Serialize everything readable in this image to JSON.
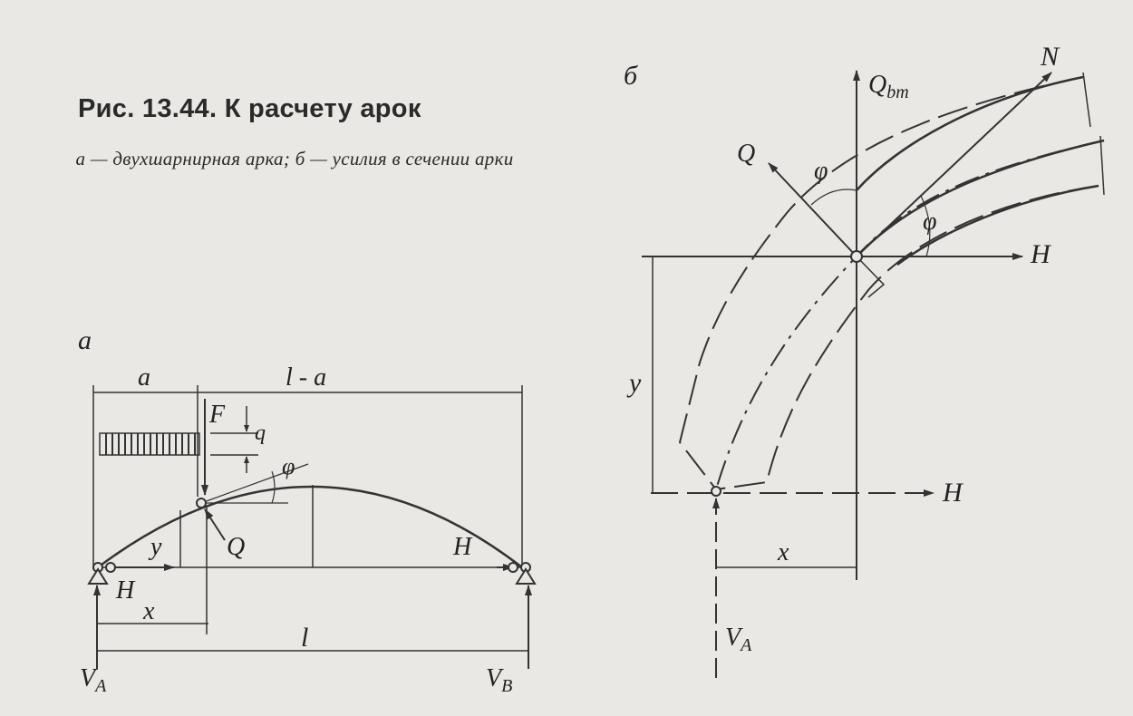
{
  "caption": {
    "title": "Рис. 13.44. К расчету арок",
    "subtitle": "а — двухшарнирная арка; б — усилия в сечении арки"
  },
  "diagram_a": {
    "panel_label": "a",
    "dim_a": "a",
    "dim_l_minus_a": "l - a",
    "dim_l": "l",
    "dim_x": "x",
    "load_F": "F",
    "load_q": "q",
    "angle_phi": "φ",
    "coord_y": "y",
    "shear_Q": "Q",
    "thrust_H_left": "H",
    "thrust_H_right": "H",
    "reaction_VA_main": "V",
    "reaction_VA_sub": "A",
    "reaction_VB_main": "V",
    "reaction_VB_sub": "B"
  },
  "diagram_b": {
    "panel_label": "б",
    "normal_N": "N",
    "beam_shear_main": "Q",
    "beam_shear_sub": "bm",
    "shear_Q": "Q",
    "angle_phi_1": "φ",
    "angle_phi_2": "φ",
    "thrust_H_top": "H",
    "thrust_H_bottom": "H",
    "coord_y": "y",
    "coord_x": "x",
    "reaction_VA_main": "V",
    "reaction_VA_sub": "A"
  }
}
